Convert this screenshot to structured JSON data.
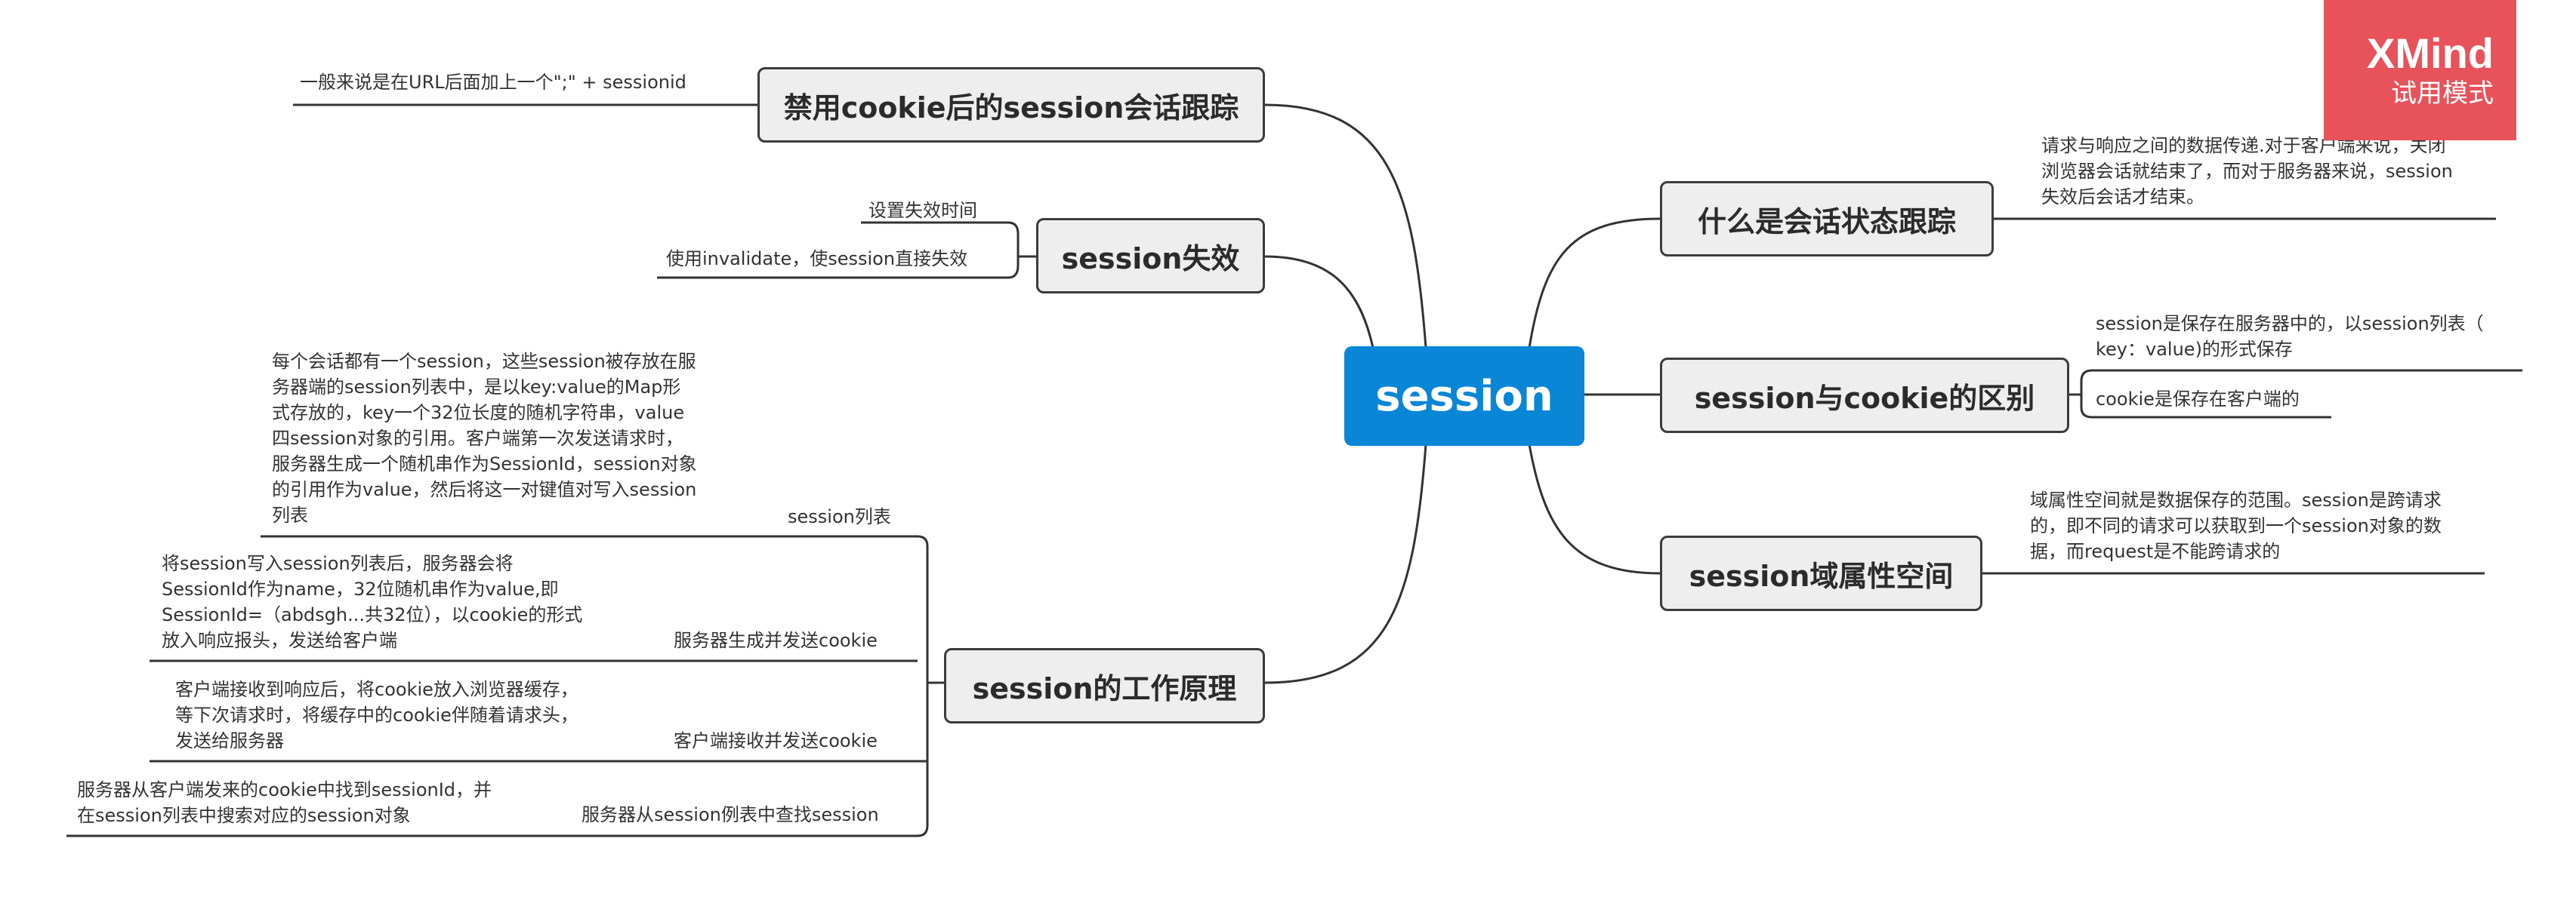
{
  "central": "session",
  "watermark": {
    "brand": "XMind",
    "mode": "试用模式"
  },
  "right": {
    "what_is": {
      "title": "什么是会话状态跟踪",
      "note": "请求与响应之间的数据传递.对于客户端来说，关闭\n浏览器会话就结束了，而对于服务器来说，session\n失效后会话才结束。"
    },
    "diff": {
      "title": "session与cookie的区别",
      "items": [
        "session是保存在服务器中的，以session列表（\nkey：value)的形式保存",
        "cookie是保存在客户端的"
      ]
    },
    "scope": {
      "title": "session域属性空间",
      "note": "域属性空间就是数据保存的范围。session是跨请求\n的，即不同的请求可以获取到一个session对象的数\n据，而request是不能跨请求的"
    }
  },
  "left": {
    "disabled_cookie": {
      "title": "禁用cookie后的session会话跟踪",
      "note": "一般来说是在URL后面加上一个\";\" + sessionid"
    },
    "invalidate": {
      "title": "session失效",
      "items": [
        "设置失效时间",
        "使用invalidate，使session直接失效"
      ]
    },
    "principle": {
      "title": "session的工作原理",
      "steps": [
        {
          "label": "session列表",
          "note": "每个会话都有一个session，这些session被存放在服\n务器端的session列表中，是以key:value的Map形\n式存放的，key一个32位长度的随机字符串，value\n四session对象的引用。客户端第一次发送请求时，\n服务器生成一个随机串作为SessionId，session对象\n的引用作为value，然后将这一对键值对写入session\n列表"
        },
        {
          "label": "服务器生成并发送cookie",
          "note": "将session写入session列表后，服务器会将\nSessionId作为name，32位随机串作为value,即\nSessionId=（abdsgh...共32位），以cookie的形式\n放入响应报头，发送给客户端"
        },
        {
          "label": "客户端接收并发送cookie",
          "note": "客户端接收到响应后，将cookie放入浏览器缓存，\n等下次请求时，将缓存中的cookie伴随着请求头，\n发送给服务器"
        },
        {
          "label": "服务器从session例表中查找session",
          "note": "服务器从客户端发来的cookie中找到sessionId，并\n在session列表中搜索对应的session对象"
        }
      ]
    }
  }
}
